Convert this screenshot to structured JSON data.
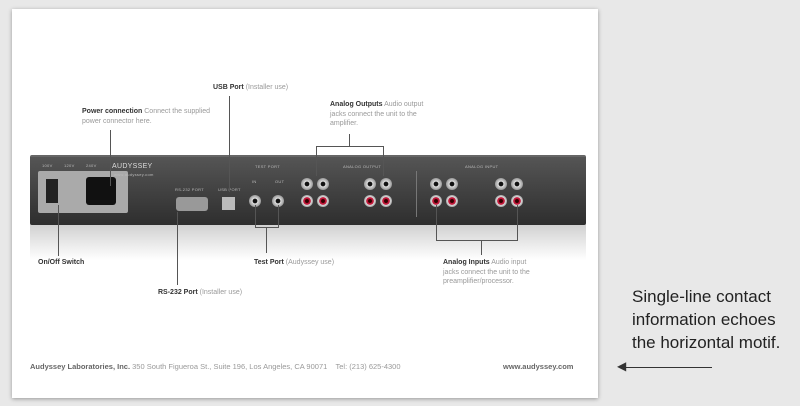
{
  "callouts": {
    "power": {
      "title": "Power connection",
      "desc": "Connect the supplied power connector here."
    },
    "usb": {
      "title": "USB Port",
      "desc": "(Installer use)"
    },
    "outputs": {
      "title": "Analog Outputs",
      "desc": "Audio output jacks connect the unit to the amplifier."
    },
    "onoff": {
      "title": "On/Off Switch"
    },
    "rs232": {
      "title": "RS-232 Port",
      "desc": "(Installer use)"
    },
    "test": {
      "title": "Test Port",
      "desc": "(Audyssey use)"
    },
    "inputs": {
      "title": "Analog Inputs",
      "desc": "Audio input jacks connect the unit to the preamplifier/processor."
    }
  },
  "panel": {
    "brand": "AUDYSSEY",
    "url": "www.audyssey.com",
    "test_port": "TEST PORT",
    "in": "IN",
    "out": "OUT",
    "rs232_port": "RS-232 PORT",
    "usb_port": "USB PORT",
    "analog_output": "ANALOG OUTPUT",
    "analog_input": "ANALOG INPUT",
    "v100": "100V",
    "v120": "120V",
    "v240": "240V"
  },
  "footer": {
    "company": "Audyssey Laboratories, Inc.",
    "address": "350 South Figueroa St., Suite 196, Los Angeles, CA 90071",
    "tel": "Tel: (213) 625-4300",
    "website": "www.audyssey.com"
  },
  "annotation": {
    "text": "Single-line contact information echoes the horizontal motif."
  }
}
